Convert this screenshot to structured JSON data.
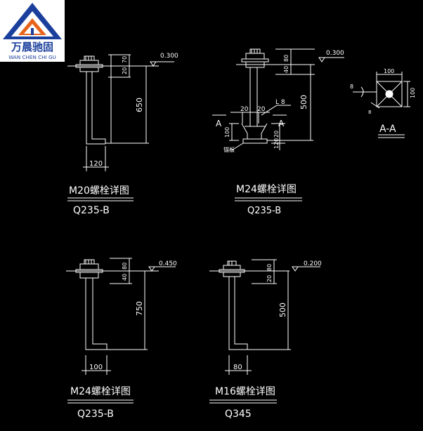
{
  "logo": {
    "brand_cn": "万晨驰固",
    "brand_en": "WAN CHEN CHI GU",
    "colors": {
      "blue": "#1b3f9c",
      "orange": "#e8641b"
    }
  },
  "colors": {
    "background": "#000000",
    "lines": "#ffffff",
    "title": "#ffffff"
  },
  "details": [
    {
      "id": "m20",
      "title": "M20螺栓详图",
      "material": "Q235-B",
      "level": "0.300",
      "dims": {
        "top": "70",
        "nut": "20",
        "length": "650",
        "hook": "120"
      }
    },
    {
      "id": "m24-a",
      "title": "M24螺栓详图",
      "material": "Q235-B",
      "level": "0.300",
      "dims": {
        "top": "80",
        "nut": "40",
        "length": "500",
        "w1": "20",
        "w2": "20",
        "angle": "L 8",
        "bottom": "100",
        "bottom2": "20",
        "bottom3": "120"
      },
      "note": "锚板",
      "section_mark": "A",
      "section": {
        "title": "A-A",
        "width": "100",
        "height": "100",
        "side_label": "8",
        "weld": "8"
      }
    },
    {
      "id": "m24-b",
      "title": "M24螺栓详图",
      "material": "Q235-B",
      "level": "0.450",
      "dims": {
        "top": "80",
        "nut": "40",
        "length": "750",
        "hook": "100"
      }
    },
    {
      "id": "m16",
      "title": "M16螺栓详图",
      "material": "Q345",
      "level": "0.200",
      "dims": {
        "top": "80",
        "nut": "20",
        "length": "500",
        "hook": "80"
      }
    }
  ]
}
